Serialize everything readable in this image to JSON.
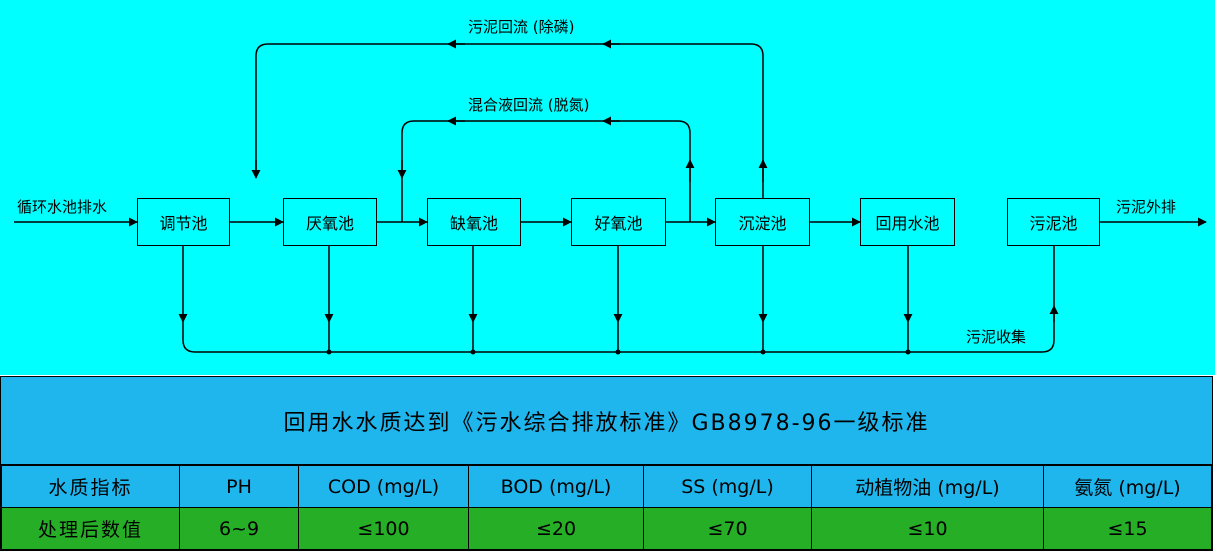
{
  "diagram": {
    "inlet_label": "循环水池排水",
    "return_label_top": "污泥回流 (除磷)",
    "return_label_mid": "混合液回流 (脱氮)",
    "outlet_label": "污泥外排",
    "collection_label": "污泥收集",
    "units": [
      {
        "id": "tiaojie",
        "label": "调节池"
      },
      {
        "id": "yanyang",
        "label": "厌氧池"
      },
      {
        "id": "queyang",
        "label": "缺氧池"
      },
      {
        "id": "haoyang",
        "label": "好氧池"
      },
      {
        "id": "chendian",
        "label": "沉淀池"
      },
      {
        "id": "huiyong",
        "label": "回用水池"
      },
      {
        "id": "wuni",
        "label": "污泥池"
      }
    ]
  },
  "standard": {
    "title": "回用水水质达到《污水综合排放标准》GB8978-96一级标准",
    "headers": [
      "水质指标",
      "PH",
      "COD (mg/L)",
      "BOD (mg/L)",
      "SS (mg/L)",
      "动植物油 (mg/L)",
      "氨氮 (mg/L)"
    ],
    "values": [
      "处理后数值",
      "6~9",
      "≤100",
      "≤20",
      "≤70",
      "≤10",
      "≤15"
    ]
  },
  "colors": {
    "diagram_bg": "#00ffff",
    "header_bg": "#1fb6ee",
    "value_bg": "#27ae27"
  }
}
